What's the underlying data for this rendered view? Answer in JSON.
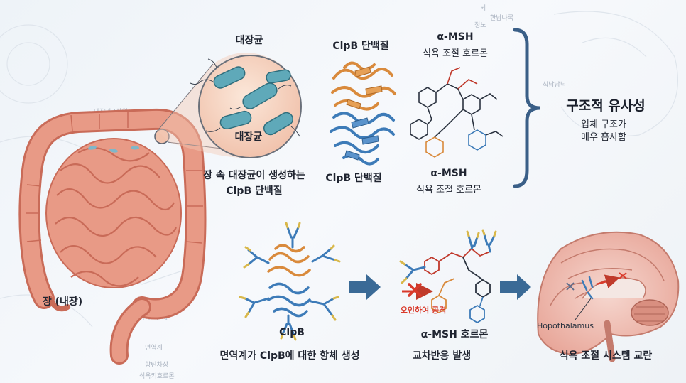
{
  "labels": {
    "ecoli_top": "대장균",
    "ecoli_bottom": "대장균",
    "gut_caption_line1": "장 속 대장균이 생성하는",
    "gut_caption_line2": "ClpB 단백질",
    "clpb_top": "ClpB 단백질",
    "clpb_bottom": "ClpB 단백질",
    "msh_top_title": "α-MSH",
    "msh_top_sub": "식욕 조절 호르몬",
    "msh_bottom_title": "α-MSH",
    "msh_bottom_sub": "식욕 조절 호르몬",
    "similarity_title": "구조적 유사성",
    "similarity_line1": "입체 구조가",
    "similarity_line2": "매우 흡사함",
    "intestine": "장 (내장)",
    "clpb_antibody": "ClpB",
    "step1_caption": "면역계가 ClpB에 대한 항체 생성",
    "attack_label": "오인하여 공격",
    "msh_hormone": "α-MSH 호르몬",
    "step2_caption": "교차반응 발생",
    "hypothalamus": "Hopothalamus",
    "step3_caption": "식욕 조절 시스템 교란"
  },
  "background_labels": {
    "bg1": "뇌",
    "bg2": "정노",
    "bg3": "한남나록",
    "bg4": "식남남닉",
    "bg5": "대장과 (상위)",
    "bg6": "한글 전체",
    "bg7": "면역계",
    "bg8": "항틴차상",
    "bg9": "식욕키호르몬"
  },
  "colors": {
    "intestine_fill": "#e89a86",
    "intestine_dark": "#c96b58",
    "protein_orange": "#d98a3c",
    "protein_blue": "#3d7bb8",
    "arrow_blue": "#3a6a96",
    "attack_red": "#d93a2b",
    "brace": "#3a5f87"
  },
  "icons": {
    "process_arrow": "arrow-right-icon",
    "attack_cross": "cross-icon",
    "brace": "right-brace-icon"
  }
}
